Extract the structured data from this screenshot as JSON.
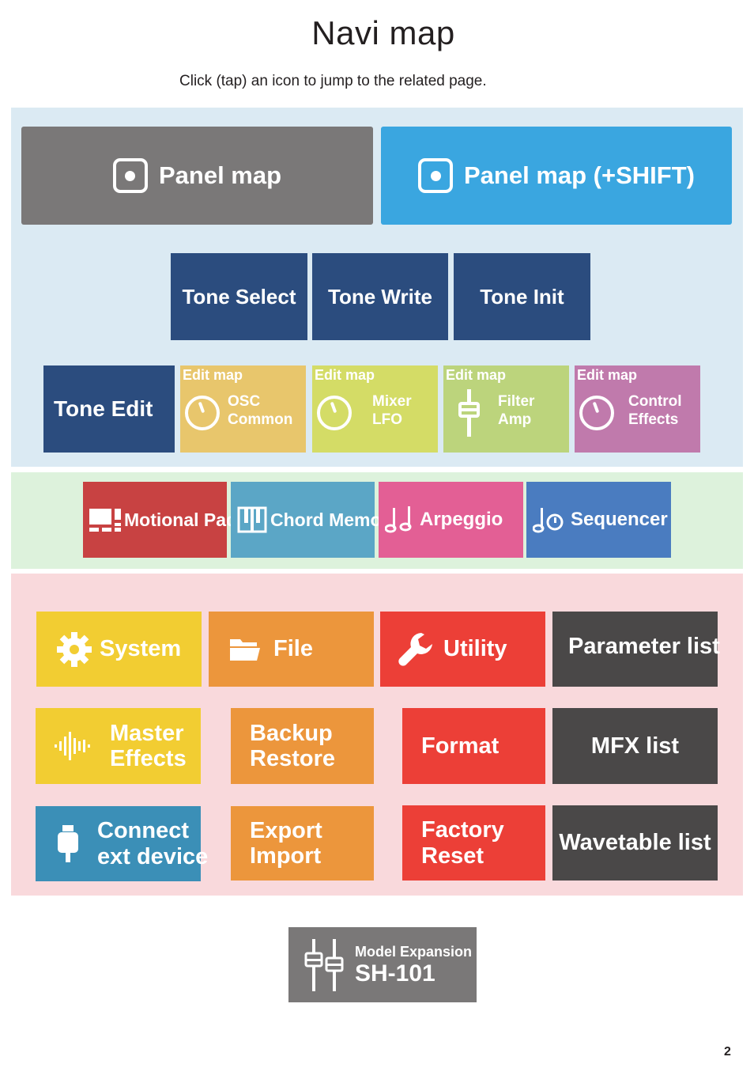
{
  "page": {
    "title": "Navi map",
    "subtitle": "Click (tap) an icon to jump to the related page.",
    "page_number": "2"
  },
  "panel": {
    "panel_map": "Panel map",
    "panel_map_shift": "Panel map (+SHIFT)"
  },
  "tone": {
    "select": "Tone Select",
    "write": "Tone Write",
    "init": "Tone Init",
    "edit": "Tone Edit"
  },
  "edit_maps": [
    {
      "header": "Edit map",
      "line1": "OSC",
      "line2": "Common",
      "color": "#e8c66c",
      "icon": "knob-icon"
    },
    {
      "header": "Edit map",
      "line1": "Mixer",
      "line2": "LFO",
      "color": "#d4dc66",
      "icon": "knob-icon"
    },
    {
      "header": "Edit map",
      "line1": "Filter",
      "line2": "Amp",
      "color": "#bcd47c",
      "icon": "slider-icon"
    },
    {
      "header": "Edit map",
      "line1": "Control",
      "line2": "Effects",
      "color": "#c07aac",
      "icon": "knob-icon"
    }
  ],
  "performance": {
    "motional_pad": "Motional Pad",
    "chord_memory": "Chord Memory",
    "arpeggio": "Arpeggio",
    "sequencer": "Sequencer"
  },
  "settings": {
    "system": "System",
    "file": "File",
    "utility": "Utility",
    "parameter_list": "Parameter list",
    "master_effects_1": "Master",
    "master_effects_2": "Effects",
    "backup_restore_1": "Backup",
    "backup_restore_2": "Restore",
    "format": "Format",
    "mfx_list": "MFX list",
    "connect_1": "Connect",
    "connect_2": "ext device",
    "export_import_1": "Export",
    "export_import_2": "Import",
    "factory_reset_1": "Factory",
    "factory_reset_2": "Reset",
    "wavetable_list": "Wavetable list"
  },
  "expansion": {
    "label": "Model Expansion",
    "model": "SH-101"
  },
  "colors": {
    "gray": "#7a7878",
    "blue": "#3aa6e0",
    "navy": "#2b4c7e",
    "red": "#c84242",
    "teal": "#5ba6c6",
    "pink": "#e35f95",
    "steel_blue": "#4a7cc0",
    "yellow": "#f2cd32",
    "orange": "#ec963c",
    "bright_red": "#ec3f37",
    "dark_gray": "#4a4848",
    "ocean": "#3b8fb7"
  }
}
